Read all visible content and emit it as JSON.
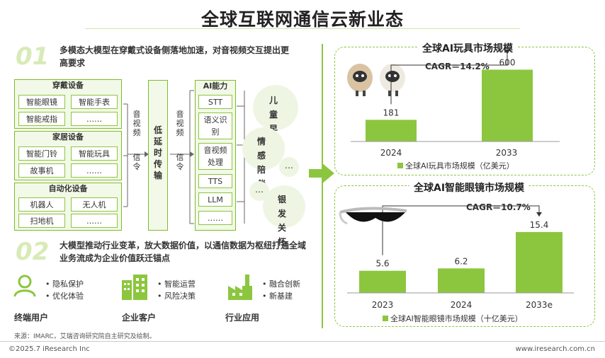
{
  "title": "全球互联网通信云新业态",
  "section1": {
    "num": "01",
    "heading": "多模态大模型在穿戴式设备侧落地加速，对音视频交互提出更高要求"
  },
  "devices": [
    {
      "title": "穿戴设备",
      "items": [
        "智能眼镜",
        "智能手表",
        "智能戒指",
        "……"
      ]
    },
    {
      "title": "家居设备",
      "items": [
        "智能门铃",
        "智能玩具",
        "故事机",
        "……"
      ]
    },
    {
      "title": "自动化设备",
      "items": [
        "机器人",
        "无人机",
        "扫地机",
        "……"
      ]
    }
  ],
  "flow_left": [
    "音",
    "视",
    "频",
    "信",
    "令"
  ],
  "transport": [
    "低",
    "延",
    "时",
    "传",
    "输"
  ],
  "flow_right": [
    "音",
    "视",
    "频",
    "信",
    "令"
  ],
  "ai": {
    "title": "AI能力",
    "items": [
      "STT",
      "语义识别",
      "音视频处理",
      "TTS",
      "LLM",
      "……"
    ]
  },
  "scenes": [
    "儿童早教",
    "情感陪伴",
    "银发关怀",
    "…",
    "…"
  ],
  "section2": {
    "num": "02",
    "heading": "大模型推动行业变革，放大数据价值，以通信数据为枢纽打通全域业务流成为企业价值跃迁锚点"
  },
  "values": [
    {
      "label": "终端用户",
      "points": [
        "隐私保护",
        "优化体验"
      ],
      "icon": "person-icon"
    },
    {
      "label": "企业客户",
      "points": [
        "智能运营",
        "风险决策"
      ],
      "icon": "building-icon"
    },
    {
      "label": "行业应用",
      "points": [
        "融合创新",
        "新基建"
      ],
      "icon": "factory-icon"
    }
  ],
  "source": "来源：IMARC，艾瑞咨询研究院自主研究及绘制。",
  "footer_left": "©2025.7 iResearch Inc",
  "footer_right": "www.iresearch.com.cn",
  "colors": {
    "accent": "#8cc63f",
    "light": "#eef6e3"
  },
  "chart_data": [
    {
      "type": "bar",
      "title": "全球AI玩具市场规模",
      "categories": [
        "2024",
        "2033"
      ],
      "values": [
        181,
        600
      ],
      "legend": "全球AI玩具市场规模（亿美元）",
      "annotation": "CAGR＝14.2%",
      "ylim": [
        0,
        650
      ]
    },
    {
      "type": "bar",
      "title": "全球AI智能眼镜市场规模",
      "categories": [
        "2023",
        "2024",
        "2033e"
      ],
      "values": [
        5.6,
        6.2,
        15.4
      ],
      "legend": "全球AI智能眼镜市场规模（十亿美元）",
      "annotation": "CAGR＝10.7%",
      "ylim": [
        0,
        17
      ]
    }
  ]
}
